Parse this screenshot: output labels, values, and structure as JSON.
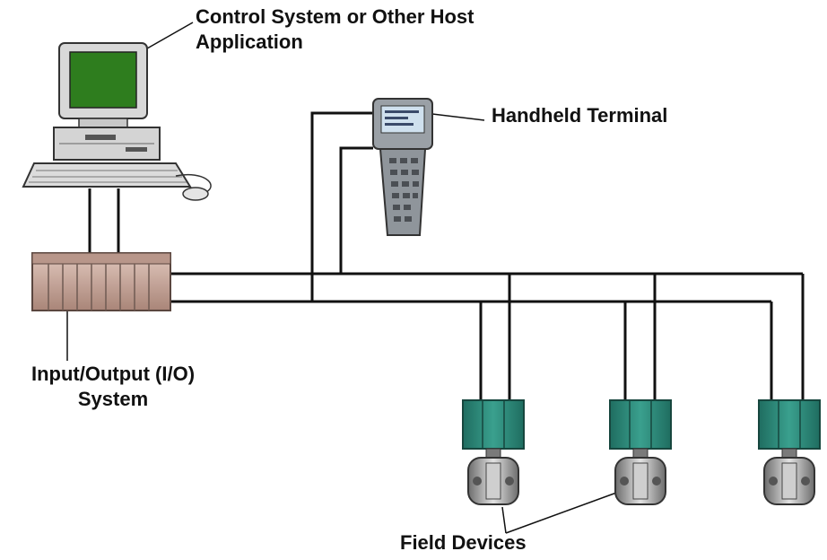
{
  "labels": {
    "host_line1": "Control System or Other Host",
    "host_line2": "Application",
    "handheld": "Handheld Terminal",
    "io_line1": "Input/Output (I/O)",
    "io_line2": "System",
    "field_devices": "Field Devices"
  },
  "colors": {
    "line": "#111111",
    "screen": "#2e7d1e",
    "device_teal": "#2f8f7f",
    "io_rack": "#c9a79a"
  }
}
